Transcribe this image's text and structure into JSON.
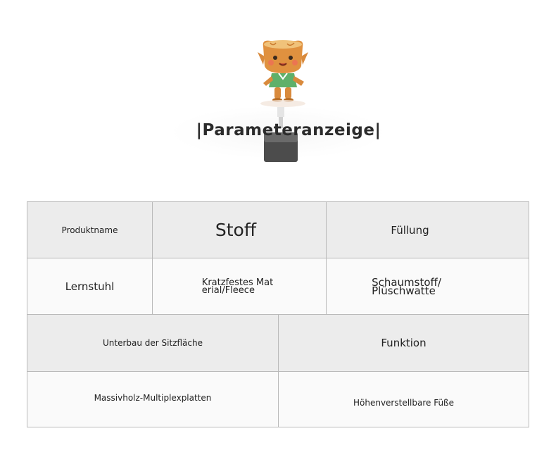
{
  "header": {
    "title_bar_left": "|",
    "title": "Parameteranzeige",
    "title_bar_right": "|",
    "mascot_icon": "mascot-icon"
  },
  "table": {
    "row1": [
      "Produktname",
      "Stoff",
      "Füllung"
    ],
    "row2": [
      "Lernstuhl",
      "Kratzfestes Mat\nerial/Fleece",
      "Schaumstoff/\nPlüschwatte"
    ],
    "row3": [
      "Unterbau der Sitzfläche",
      "Funktion"
    ],
    "row4": [
      "Massivholz-Multiplexplatten",
      "Höhenverstellbare Füße"
    ]
  },
  "colors": {
    "header_row_bg": "#ececec",
    "value_row_bg": "#fafafa",
    "border": "#b9b9b9",
    "mascot_skin": "#d98a3c",
    "mascot_shirt": "#5fb06a"
  }
}
